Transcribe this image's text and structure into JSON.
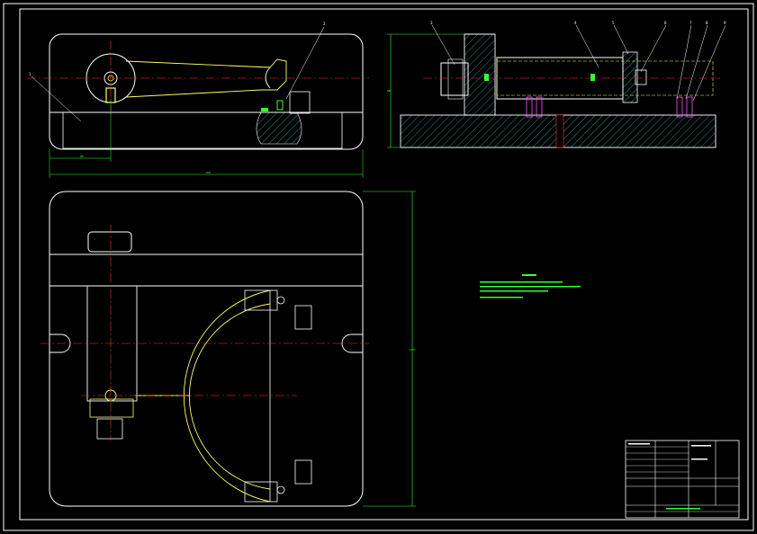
{
  "drawing": {
    "type": "CAD fixture assembly drawing",
    "colors": {
      "background": "#000000",
      "outline": "#ffffff",
      "centerline": "#ff3333",
      "yellow": "#ffff66",
      "green": "#33ff33",
      "cyan": "#33cccc",
      "magenta": "#ff55ff"
    },
    "part_callouts": [
      "1",
      "2",
      "3",
      "4",
      "5",
      "6",
      "7",
      "8",
      "9"
    ],
    "dimensions": {
      "top_left_small": "88",
      "top_left_overall": "188",
      "top_right_height": "88",
      "bottom_height": "188"
    },
    "title_block_rows": 6
  }
}
